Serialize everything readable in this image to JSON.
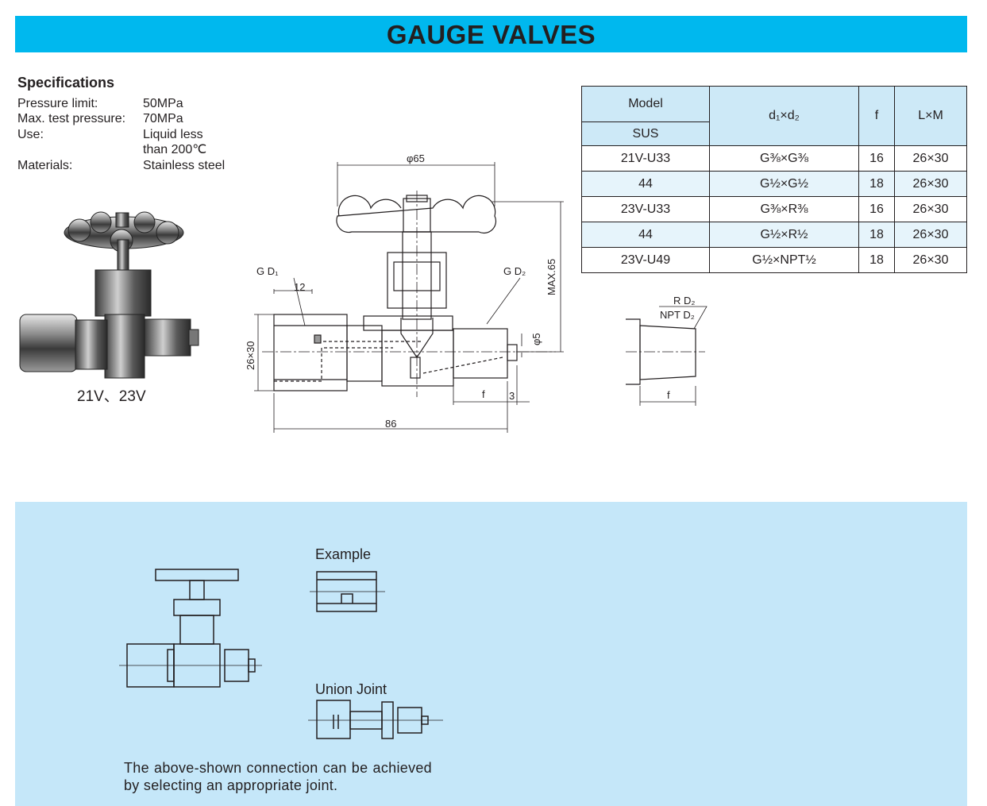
{
  "title": "GAUGE VALVES",
  "specifications": {
    "heading": "Specifications",
    "rows": [
      {
        "key": "Pressure limit:",
        "value": "50MPa"
      },
      {
        "key": "Max. test pressure:",
        "value": "70MPa"
      },
      {
        "key": "Use:",
        "value": "Liquid less"
      },
      {
        "key": "",
        "value": "than 200℃"
      },
      {
        "key": "Materials:",
        "value": "Stainless steel"
      }
    ]
  },
  "photo_caption": "21V、23V",
  "drawing_labels": {
    "phi65": "φ65",
    "gd1": "G D₁",
    "gd2": "G D₂",
    "dim12": "12",
    "max65": "MAX.65",
    "phi5": "φ5",
    "size": "26×30",
    "f": "f",
    "three": "3",
    "l86": "86",
    "rd2": "R D₂",
    "nptd2": "NPT D₂",
    "f2": "f"
  },
  "table": {
    "headers": {
      "model": "Model",
      "sus": "SUS",
      "d1xd2": "d₁×d₂",
      "f": "f",
      "lxm": "L×M"
    },
    "rows": [
      {
        "model": "21V-U33",
        "d": "G⅜×G⅜",
        "f": "16",
        "lm": "26×30"
      },
      {
        "model": "44",
        "d": "G½×G½",
        "f": "18",
        "lm": "26×30"
      },
      {
        "model": "23V-U33",
        "d": "G⅜×R⅜",
        "f": "16",
        "lm": "26×30"
      },
      {
        "model": "44",
        "d": "G½×R½",
        "f": "18",
        "lm": "26×30"
      },
      {
        "model": "23V-U49",
        "d": "G½×NPT½",
        "f": "18",
        "lm": "26×30"
      }
    ]
  },
  "note_section": {
    "example_label": "Example",
    "union_joint_label": "Union Joint",
    "note": "The above-shown connection can be achieved by selecting an appropriate joint."
  }
}
